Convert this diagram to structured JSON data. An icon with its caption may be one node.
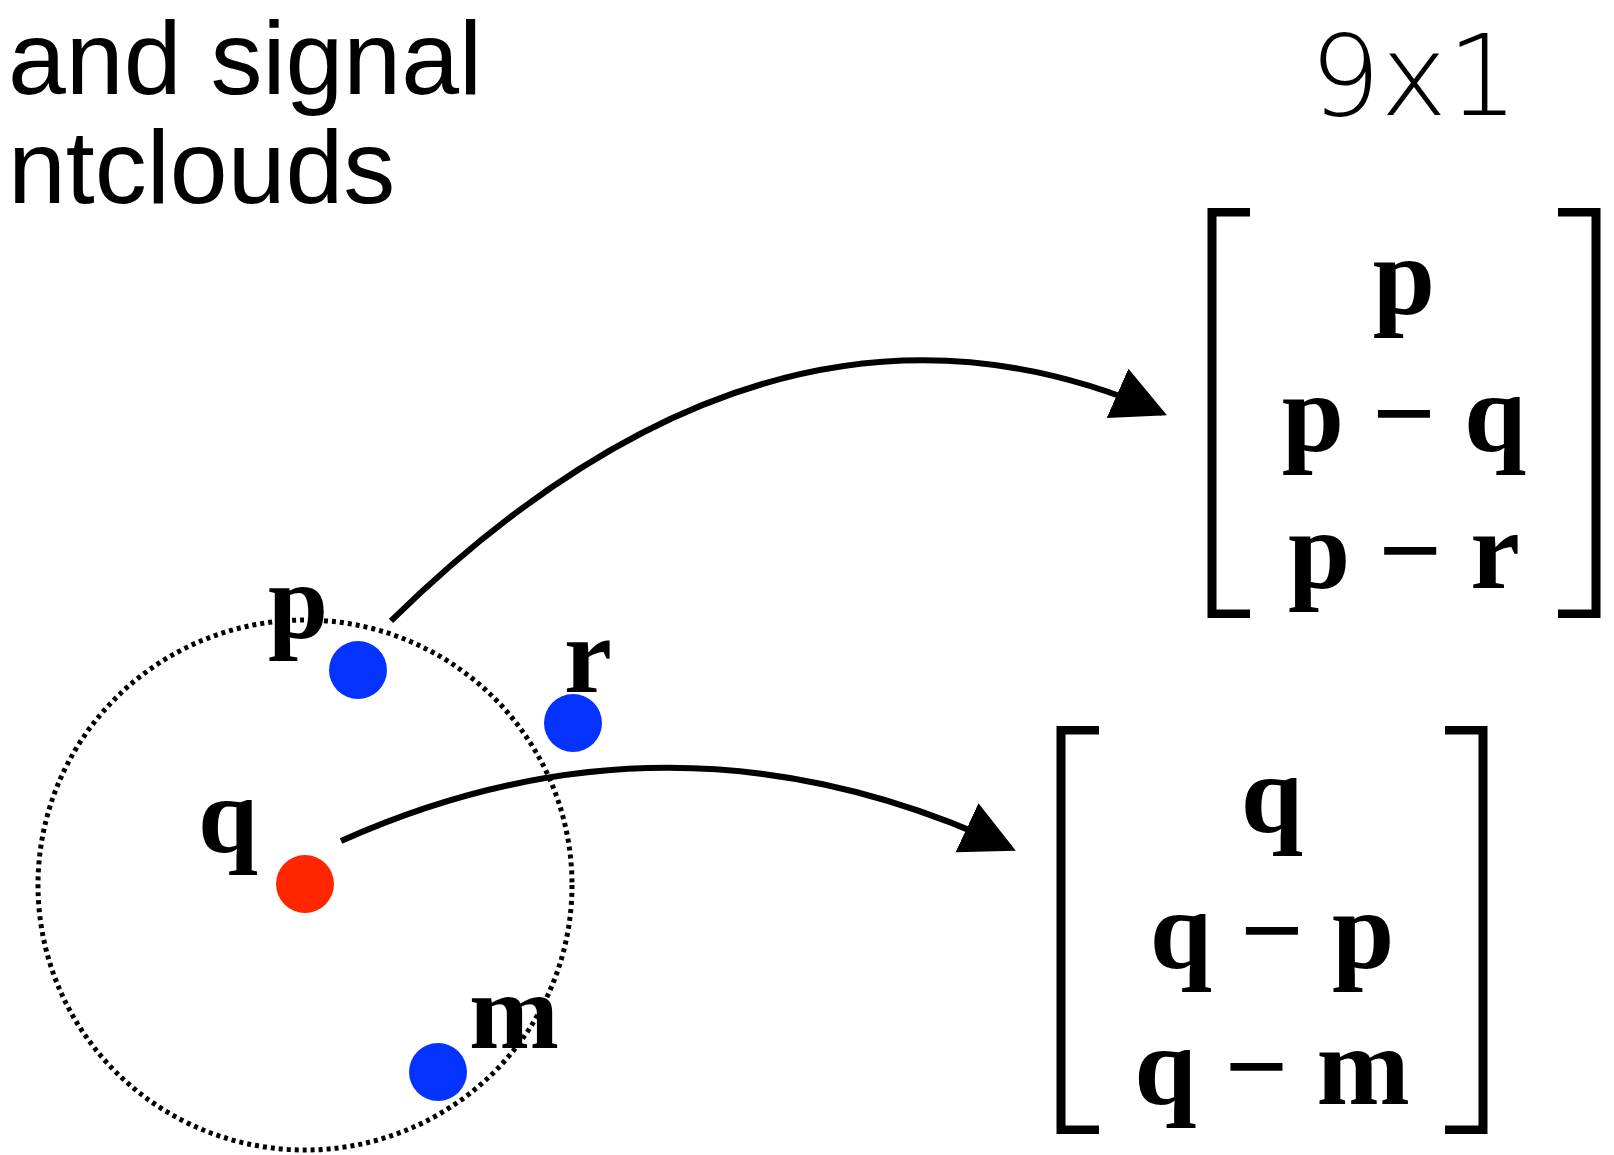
{
  "diagram": {
    "nodes": [
      {
        "text": [],
        "shape": "circle"
      },
      {
        "text": [
          "p"
        ],
        "in": 0
      },
      {
        "text": [
          "r"
        ]
      },
      {
        "text": [
          "q"
        ],
        "in": 0
      },
      {
        "text": [
          "m"
        ],
        "in": 0
      },
      {
        "text": [
          "p",
          "p − q",
          "p − r"
        ],
        "beside": [
          "9x1"
        ]
      },
      {
        "text": [
          "q",
          "q − p",
          "q − m"
        ]
      }
    ],
    "edges": [
      {
        "from": 1,
        "to": 5,
        "arrow": "to"
      },
      {
        "from": 3,
        "to": 6,
        "arrow": "to"
      }
    ],
    "labels": [
      "and signal ntclouds"
    ]
  }
}
